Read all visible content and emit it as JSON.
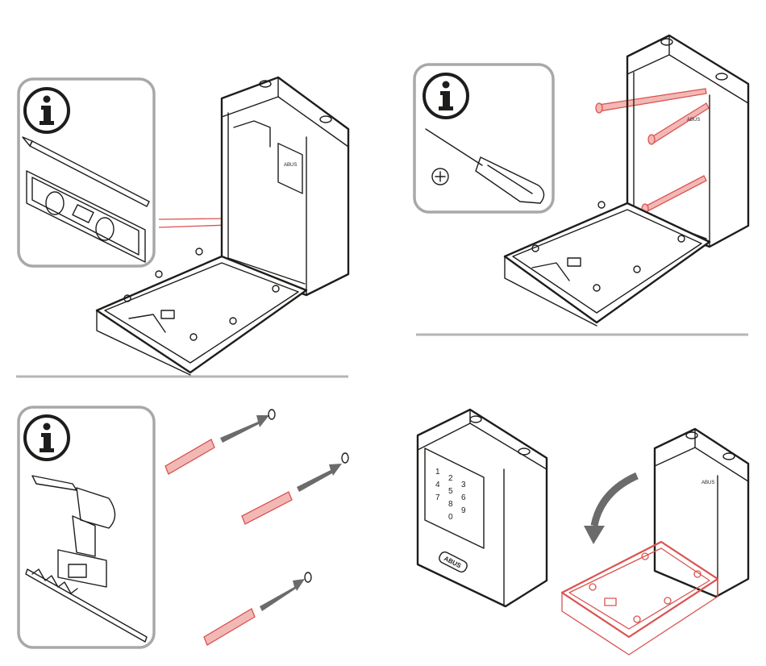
{
  "brand_label": "ABUS",
  "panels": [
    {
      "step": "mark-drill-holes",
      "info_icon": "info-icon",
      "tools": [
        "pencil-icon",
        "spirit-level-icon"
      ]
    },
    {
      "step": "screw-to-wall",
      "info_icon": "info-icon",
      "tools": [
        "phillips-screwdriver-icon"
      ],
      "screw_type_symbol": "+"
    },
    {
      "step": "drill-and-insert-wall-plugs",
      "info_icon": "info-icon",
      "tools": [
        "cordless-drill-icon",
        "drill-bit-icon"
      ]
    },
    {
      "step": "close-lid",
      "info_icon": "none"
    }
  ],
  "keypad": {
    "keys": [
      "1",
      "2",
      "3",
      "4",
      "5",
      "6",
      "7",
      "8",
      "9",
      "0"
    ]
  },
  "colors": {
    "line": "#1d1d1b",
    "highlight": "#d9534f",
    "frame": "#a8a8a8",
    "arrow": "#6b6b6b"
  }
}
